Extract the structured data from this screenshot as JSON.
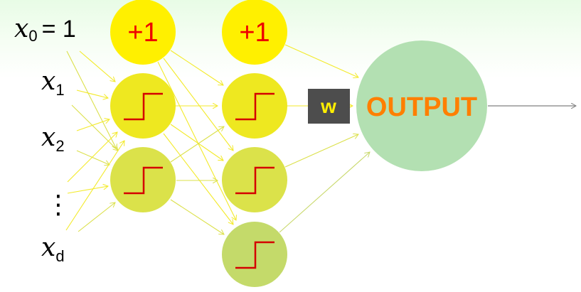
{
  "inputs": {
    "x0_label": "x",
    "x0_sub": "0",
    "x0_eq": "= 1",
    "x1": "x",
    "x1_sub": "1",
    "x2": "x",
    "x2_sub": "2",
    "dots": "⋮",
    "xd": "x",
    "xd_sub": "d"
  },
  "layer1": {
    "bias_label": "+1"
  },
  "layer2": {
    "bias_label": "+1"
  },
  "weight_label": "w",
  "output_label": "OUTPUT",
  "colors": {
    "bias": "#fff000",
    "hidden1": "#eee820",
    "hidden2": "#dbe24a",
    "hidden3": "#c4da6a",
    "output": "#b3e0b2",
    "text_output": "#ff7f00",
    "step": "#d40000"
  }
}
